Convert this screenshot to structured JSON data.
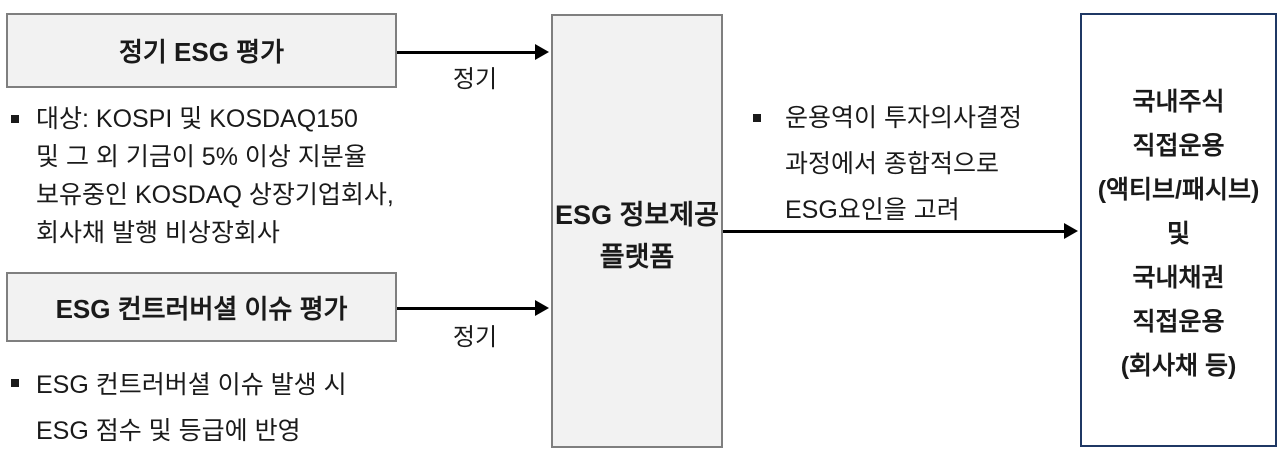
{
  "colors": {
    "box_fill": "#f2f2f2",
    "box_border": "#7f7f7f",
    "output_border": "#1f3864",
    "arrow_color": "#000000",
    "text_color": "#1a1a1a"
  },
  "left_column": {
    "regular_eval_box": {
      "title": "정기 ESG 평가"
    },
    "regular_eval_bullet": {
      "lines": [
        "대상: KOSPI 및 KOSDAQ150",
        "및 그 외 기금이 5% 이상 지분율",
        "보유중인 KOSDAQ 상장기업회사,",
        "회사채 발행 비상장회사"
      ]
    },
    "controversial_box": {
      "title": "ESG 컨트러버셜 이슈 평가"
    },
    "controversial_bullet": {
      "lines": [
        "ESG 컨트러버셜 이슈 발생 시",
        "ESG 점수 및 등급에 반영"
      ]
    }
  },
  "arrows": {
    "top_label": "정기",
    "bottom_label": "정기"
  },
  "platform_box": {
    "line1": "ESG 정보제공",
    "line2": "플랫폼"
  },
  "platform_bullet": {
    "lines": [
      "운용역이 투자의사결정",
      "과정에서 종합적으로",
      "ESG요인을 고려"
    ]
  },
  "output_box": {
    "lines": [
      "국내주식",
      "직접운용",
      "(액티브/패시브)",
      "및",
      "국내채권",
      "직접운용",
      "(회사채 등)"
    ]
  }
}
